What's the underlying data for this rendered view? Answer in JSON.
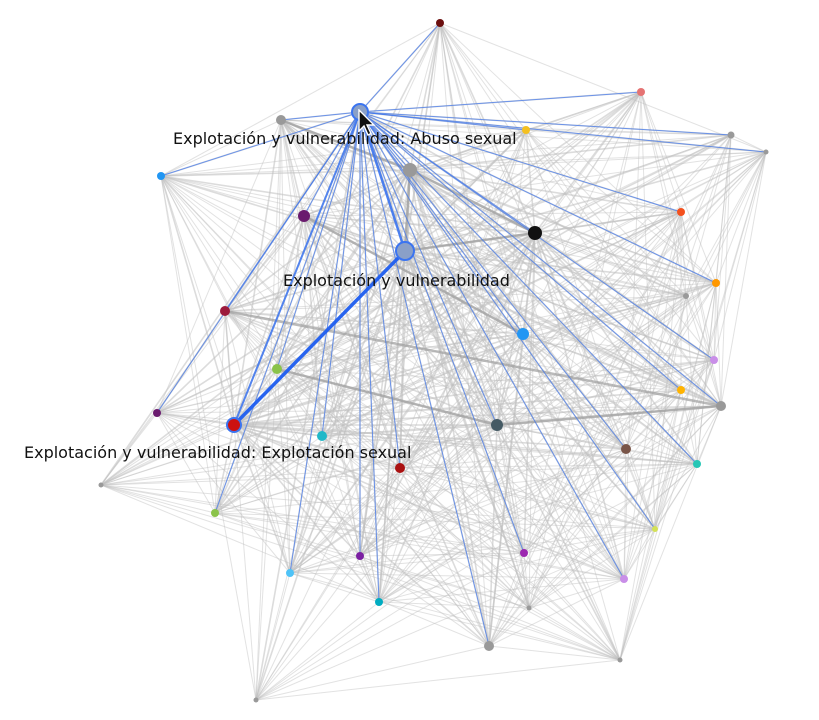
{
  "graph": {
    "nodes": [
      {
        "id": "n0",
        "color": "#6b0f0f",
        "size": 4
      },
      {
        "id": "n1",
        "color": "#e57373",
        "size": 4
      },
      {
        "id": "n2",
        "color": "#999999",
        "size": 3.5
      },
      {
        "id": "n3",
        "color": "#999999",
        "size": 2.5
      },
      {
        "id": "n4",
        "color": "#999999",
        "size": 5
      },
      {
        "id": "abuso",
        "color": "#8aa0c8",
        "size": 8,
        "label": "Explotación y vulnerabilidad: Abuso sexual",
        "highlight": true
      },
      {
        "id": "n6",
        "color": "#f4c020",
        "size": 4
      },
      {
        "id": "n7",
        "color": "#2196f3",
        "size": 4
      },
      {
        "id": "n8",
        "color": "#999999",
        "size": 7
      },
      {
        "id": "n9",
        "color": "#6a1b6e",
        "size": 6
      },
      {
        "id": "n10",
        "color": "#111111",
        "size": 7
      },
      {
        "id": "n11",
        "color": "#f4511e",
        "size": 4
      },
      {
        "id": "explot",
        "color": "#8aa0c8",
        "size": 9,
        "label": "Explotación y vulnerabilidad",
        "highlight": true
      },
      {
        "id": "n13",
        "color": "#ff9800",
        "size": 4
      },
      {
        "id": "n14",
        "color": "#999999",
        "size": 3
      },
      {
        "id": "n15",
        "color": "#9c1a3c",
        "size": 5
      },
      {
        "id": "n16",
        "color": "#2196f3",
        "size": 6
      },
      {
        "id": "n17",
        "color": "#c98ee8",
        "size": 4
      },
      {
        "id": "n18",
        "color": "#8bc34a",
        "size": 5
      },
      {
        "id": "n19",
        "color": "#ffb300",
        "size": 4
      },
      {
        "id": "n20",
        "color": "#6a1b6e",
        "size": 4
      },
      {
        "id": "n21",
        "color": "#999999",
        "size": 5
      },
      {
        "id": "sexual",
        "color": "#cc1111",
        "size": 7,
        "label": "Explotación y vulnerabilidad: Explotación sexual",
        "highlight": true
      },
      {
        "id": "n23",
        "color": "#20b8c8",
        "size": 5
      },
      {
        "id": "n24",
        "color": "#455a64",
        "size": 6
      },
      {
        "id": "n25",
        "color": "#795548",
        "size": 5
      },
      {
        "id": "n26",
        "color": "#26c6b5",
        "size": 4
      },
      {
        "id": "n27",
        "color": "#aa1111",
        "size": 5
      },
      {
        "id": "n28",
        "color": "#999999",
        "size": 2.5
      },
      {
        "id": "n29",
        "color": "#8bc34a",
        "size": 4
      },
      {
        "id": "n30",
        "color": "#d4e157",
        "size": 3
      },
      {
        "id": "n31",
        "color": "#7b1fa2",
        "size": 4
      },
      {
        "id": "n32",
        "color": "#9c27b0",
        "size": 4
      },
      {
        "id": "n33",
        "color": "#4fc3f7",
        "size": 4
      },
      {
        "id": "n34",
        "color": "#c98ee8",
        "size": 4
      },
      {
        "id": "n35",
        "color": "#00acc1",
        "size": 4
      },
      {
        "id": "n36",
        "color": "#999999",
        "size": 2.5
      },
      {
        "id": "n37",
        "color": "#999999",
        "size": 5
      },
      {
        "id": "n38",
        "color": "#999999",
        "size": 2.5
      },
      {
        "id": "n39",
        "color": "#999999",
        "size": 2.5
      }
    ],
    "highlight_color": "#3b74f0",
    "edge_color": "#bfbfbf"
  }
}
